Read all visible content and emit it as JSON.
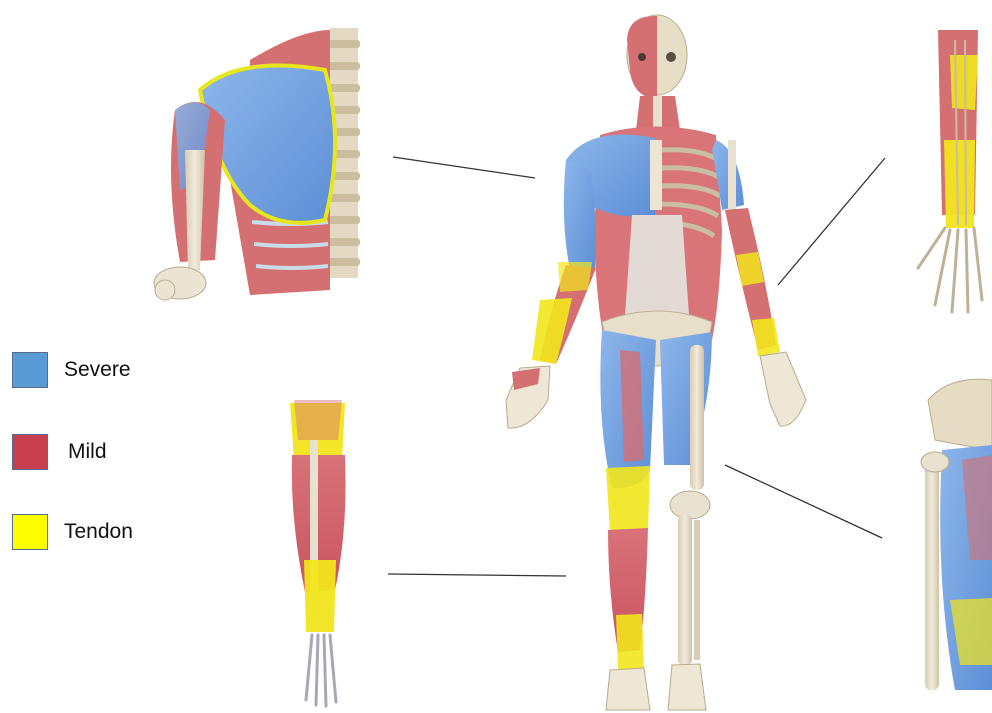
{
  "legend": {
    "items": [
      {
        "label": "Severe",
        "color": "#5b9bd5"
      },
      {
        "label": "Mild",
        "color": "#c8404f"
      },
      {
        "label": "Tendon",
        "color": "#ffff00"
      }
    ]
  },
  "colors": {
    "severe": "#6f9fde",
    "mild": "#d9727a",
    "tendon": "#f2e51c",
    "bone": "#e9e1cf",
    "bone_shade": "#c9bda4",
    "leader_line": "#333333"
  },
  "figures": [
    {
      "name": "full-body-figure"
    },
    {
      "name": "shoulder-detail"
    },
    {
      "name": "forearm-detail"
    },
    {
      "name": "lower-leg-detail"
    },
    {
      "name": "hip-thigh-detail"
    }
  ]
}
